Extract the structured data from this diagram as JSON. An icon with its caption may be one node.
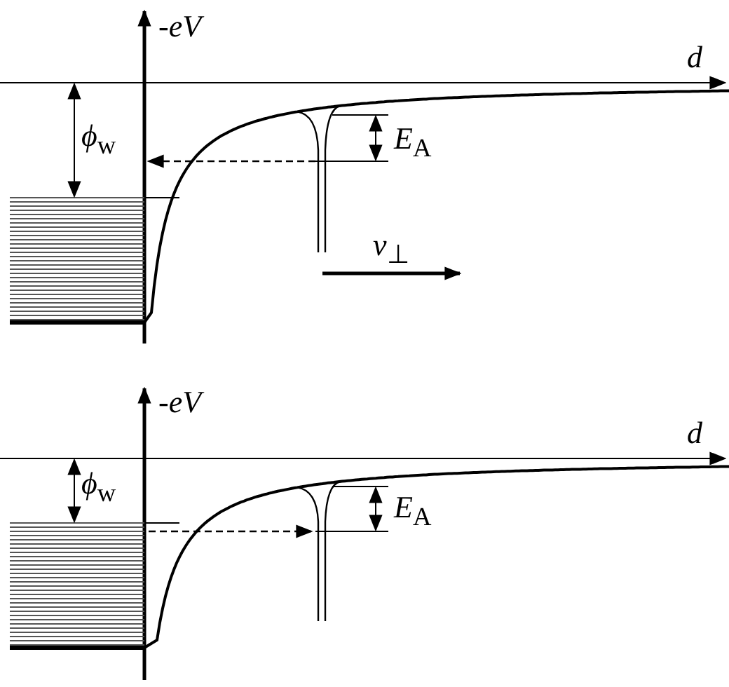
{
  "diagram": {
    "labels": [
      "-*eV*",
      "*d*",
      "*ϕ*$_{w}$",
      "*E*$_{A}$",
      "*v*$_{⊥}$",
      "-*eV*",
      "*d*",
      "*ϕ*$_{w}$",
      "*E*$_{A}$"
    ]
  }
}
